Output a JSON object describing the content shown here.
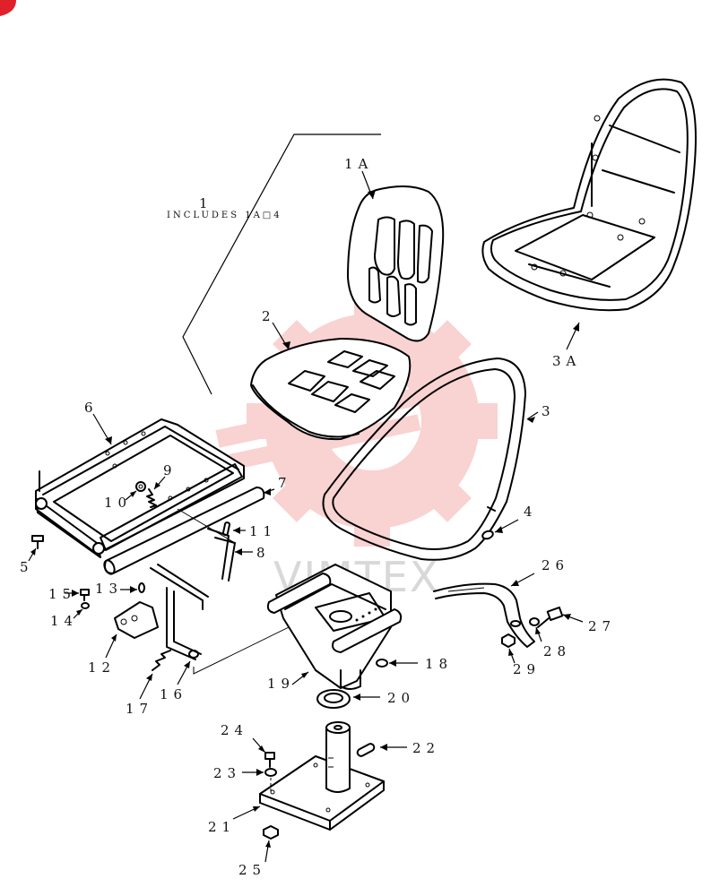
{
  "diagram": {
    "callouts": [
      {
        "id": "1",
        "text": "1"
      },
      {
        "id": "1-includes",
        "text": "INCLUDES 1A□4"
      },
      {
        "id": "1A",
        "text": "1A"
      },
      {
        "id": "2",
        "text": "2"
      },
      {
        "id": "3",
        "text": "3"
      },
      {
        "id": "3A",
        "text": "3A"
      },
      {
        "id": "4",
        "text": "4"
      },
      {
        "id": "5",
        "text": "5"
      },
      {
        "id": "6",
        "text": "6"
      },
      {
        "id": "7",
        "text": "7"
      },
      {
        "id": "8",
        "text": "8"
      },
      {
        "id": "9",
        "text": "9"
      },
      {
        "id": "10",
        "text": "10"
      },
      {
        "id": "11",
        "text": "11"
      },
      {
        "id": "12",
        "text": "12"
      },
      {
        "id": "13",
        "text": "13"
      },
      {
        "id": "14",
        "text": "14"
      },
      {
        "id": "15",
        "text": "15"
      },
      {
        "id": "16",
        "text": "16"
      },
      {
        "id": "17",
        "text": "17"
      },
      {
        "id": "18",
        "text": "18"
      },
      {
        "id": "19",
        "text": "19"
      },
      {
        "id": "20",
        "text": "20"
      },
      {
        "id": "21",
        "text": "21"
      },
      {
        "id": "22",
        "text": "22"
      },
      {
        "id": "23",
        "text": "23"
      },
      {
        "id": "24",
        "text": "24"
      },
      {
        "id": "25",
        "text": "25"
      },
      {
        "id": "26",
        "text": "26"
      },
      {
        "id": "27",
        "text": "27"
      },
      {
        "id": "28",
        "text": "28"
      },
      {
        "id": "29",
        "text": "29"
      }
    ],
    "watermark": {
      "text": "VIMTEX",
      "color": "#f3a0a0"
    }
  }
}
